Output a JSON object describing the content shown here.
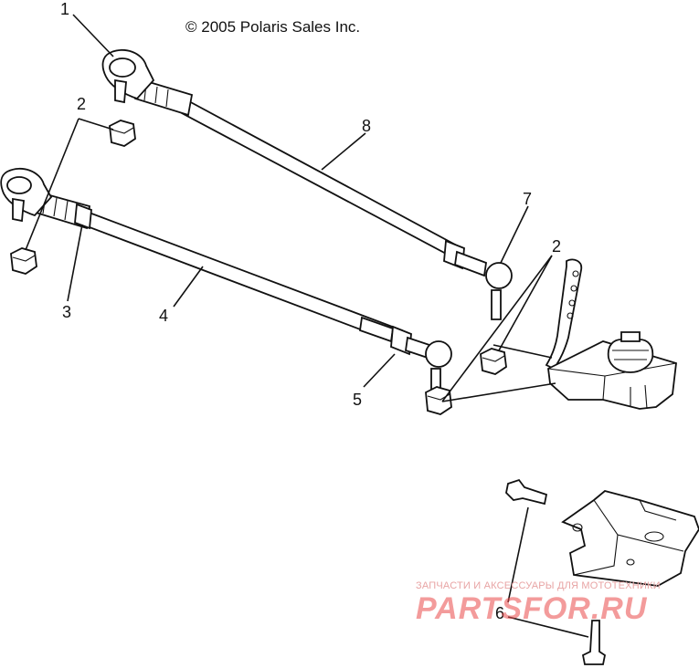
{
  "copyright": "© 2005 Polaris Sales Inc.",
  "callouts": {
    "c1": "1",
    "c2a": "2",
    "c2b": "2",
    "c3": "3",
    "c4": "4",
    "c5": "5",
    "c6": "6",
    "c7": "7",
    "c8": "8"
  },
  "watermark": {
    "small": "ЗАПЧАСТИ И АКСЕССУАРЫ ДЛЯ МОТОТЕХНИКИ",
    "big": "PARTSFOR.RU"
  }
}
